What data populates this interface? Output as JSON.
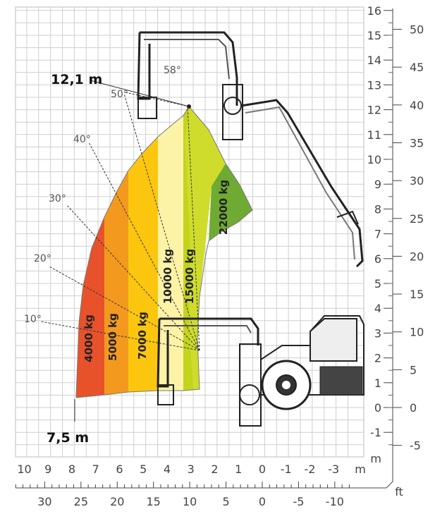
{
  "chart_data": {
    "type": "area",
    "title": "",
    "x_axis_m": {
      "range": [
        10,
        -4
      ],
      "ticks": [
        "10",
        "9",
        "8",
        "7",
        "6",
        "5",
        "4",
        "3",
        "2",
        "1",
        "0",
        "-1",
        "-2",
        "-3"
      ],
      "unit": "m"
    },
    "x_axis_ft": {
      "ticks": [
        "30",
        "25",
        "20",
        "15",
        "10",
        "5",
        "0",
        "-5",
        "-10"
      ],
      "unit": "ft"
    },
    "y_axis_m": {
      "range": [
        -2,
        16
      ],
      "ticks": [
        "16",
        "15",
        "14",
        "13",
        "12",
        "11",
        "10",
        "9",
        "8",
        "7",
        "6",
        "5",
        "4",
        "3",
        "2",
        "1",
        "0",
        "-1"
      ],
      "unit": "m"
    },
    "y_axis_ft": {
      "ticks": [
        "50",
        "45",
        "40",
        "35",
        "30",
        "25",
        "20",
        "15",
        "10",
        "5",
        "0",
        "-5"
      ],
      "unit": "ft"
    },
    "max_height": "12,1 m",
    "max_reach": "7,5 m",
    "boom_angles": [
      "58°",
      "50°",
      "40°",
      "30°",
      "20°",
      "10°"
    ],
    "load_zones": [
      {
        "label": "4000 kg",
        "color": "#e8522a"
      },
      {
        "label": "5000 kg",
        "color": "#f39a1e"
      },
      {
        "label": "7000 kg",
        "color": "#fcc60e"
      },
      {
        "label": "10000 kg",
        "color": "#fdf3a6"
      },
      {
        "label": "15000 kg",
        "color": "#c3d41c"
      },
      {
        "label": "22000 kg",
        "color": "#6faa33"
      }
    ],
    "grid": true
  }
}
